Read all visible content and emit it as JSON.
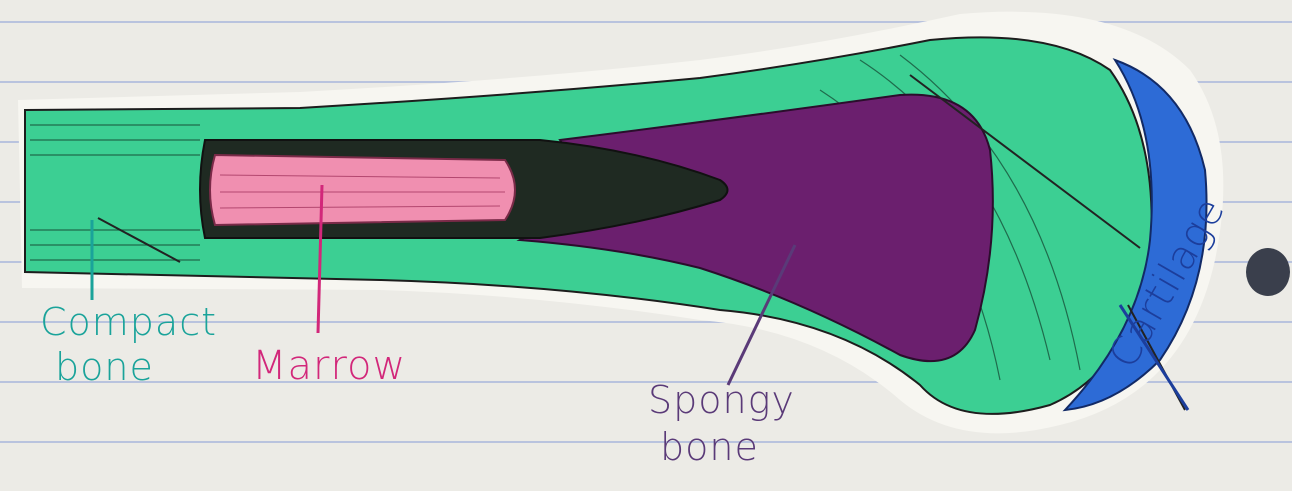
{
  "labels": {
    "compact_line1": "Compact",
    "compact_line2": "bone",
    "marrow": "Marrow",
    "spongy_line1": "Spongy",
    "spongy_line2": "bone",
    "cartilage": "Cartilage"
  },
  "colors": {
    "paper": "#ecebe6",
    "rule_line": "#b9c3de",
    "compact_bone": "#3ccf93",
    "marrow": "#f08fb0",
    "spongy_bone": "#6b1f6e",
    "cartilage": "#2d6bd6",
    "outline": "#1d1d1d"
  }
}
